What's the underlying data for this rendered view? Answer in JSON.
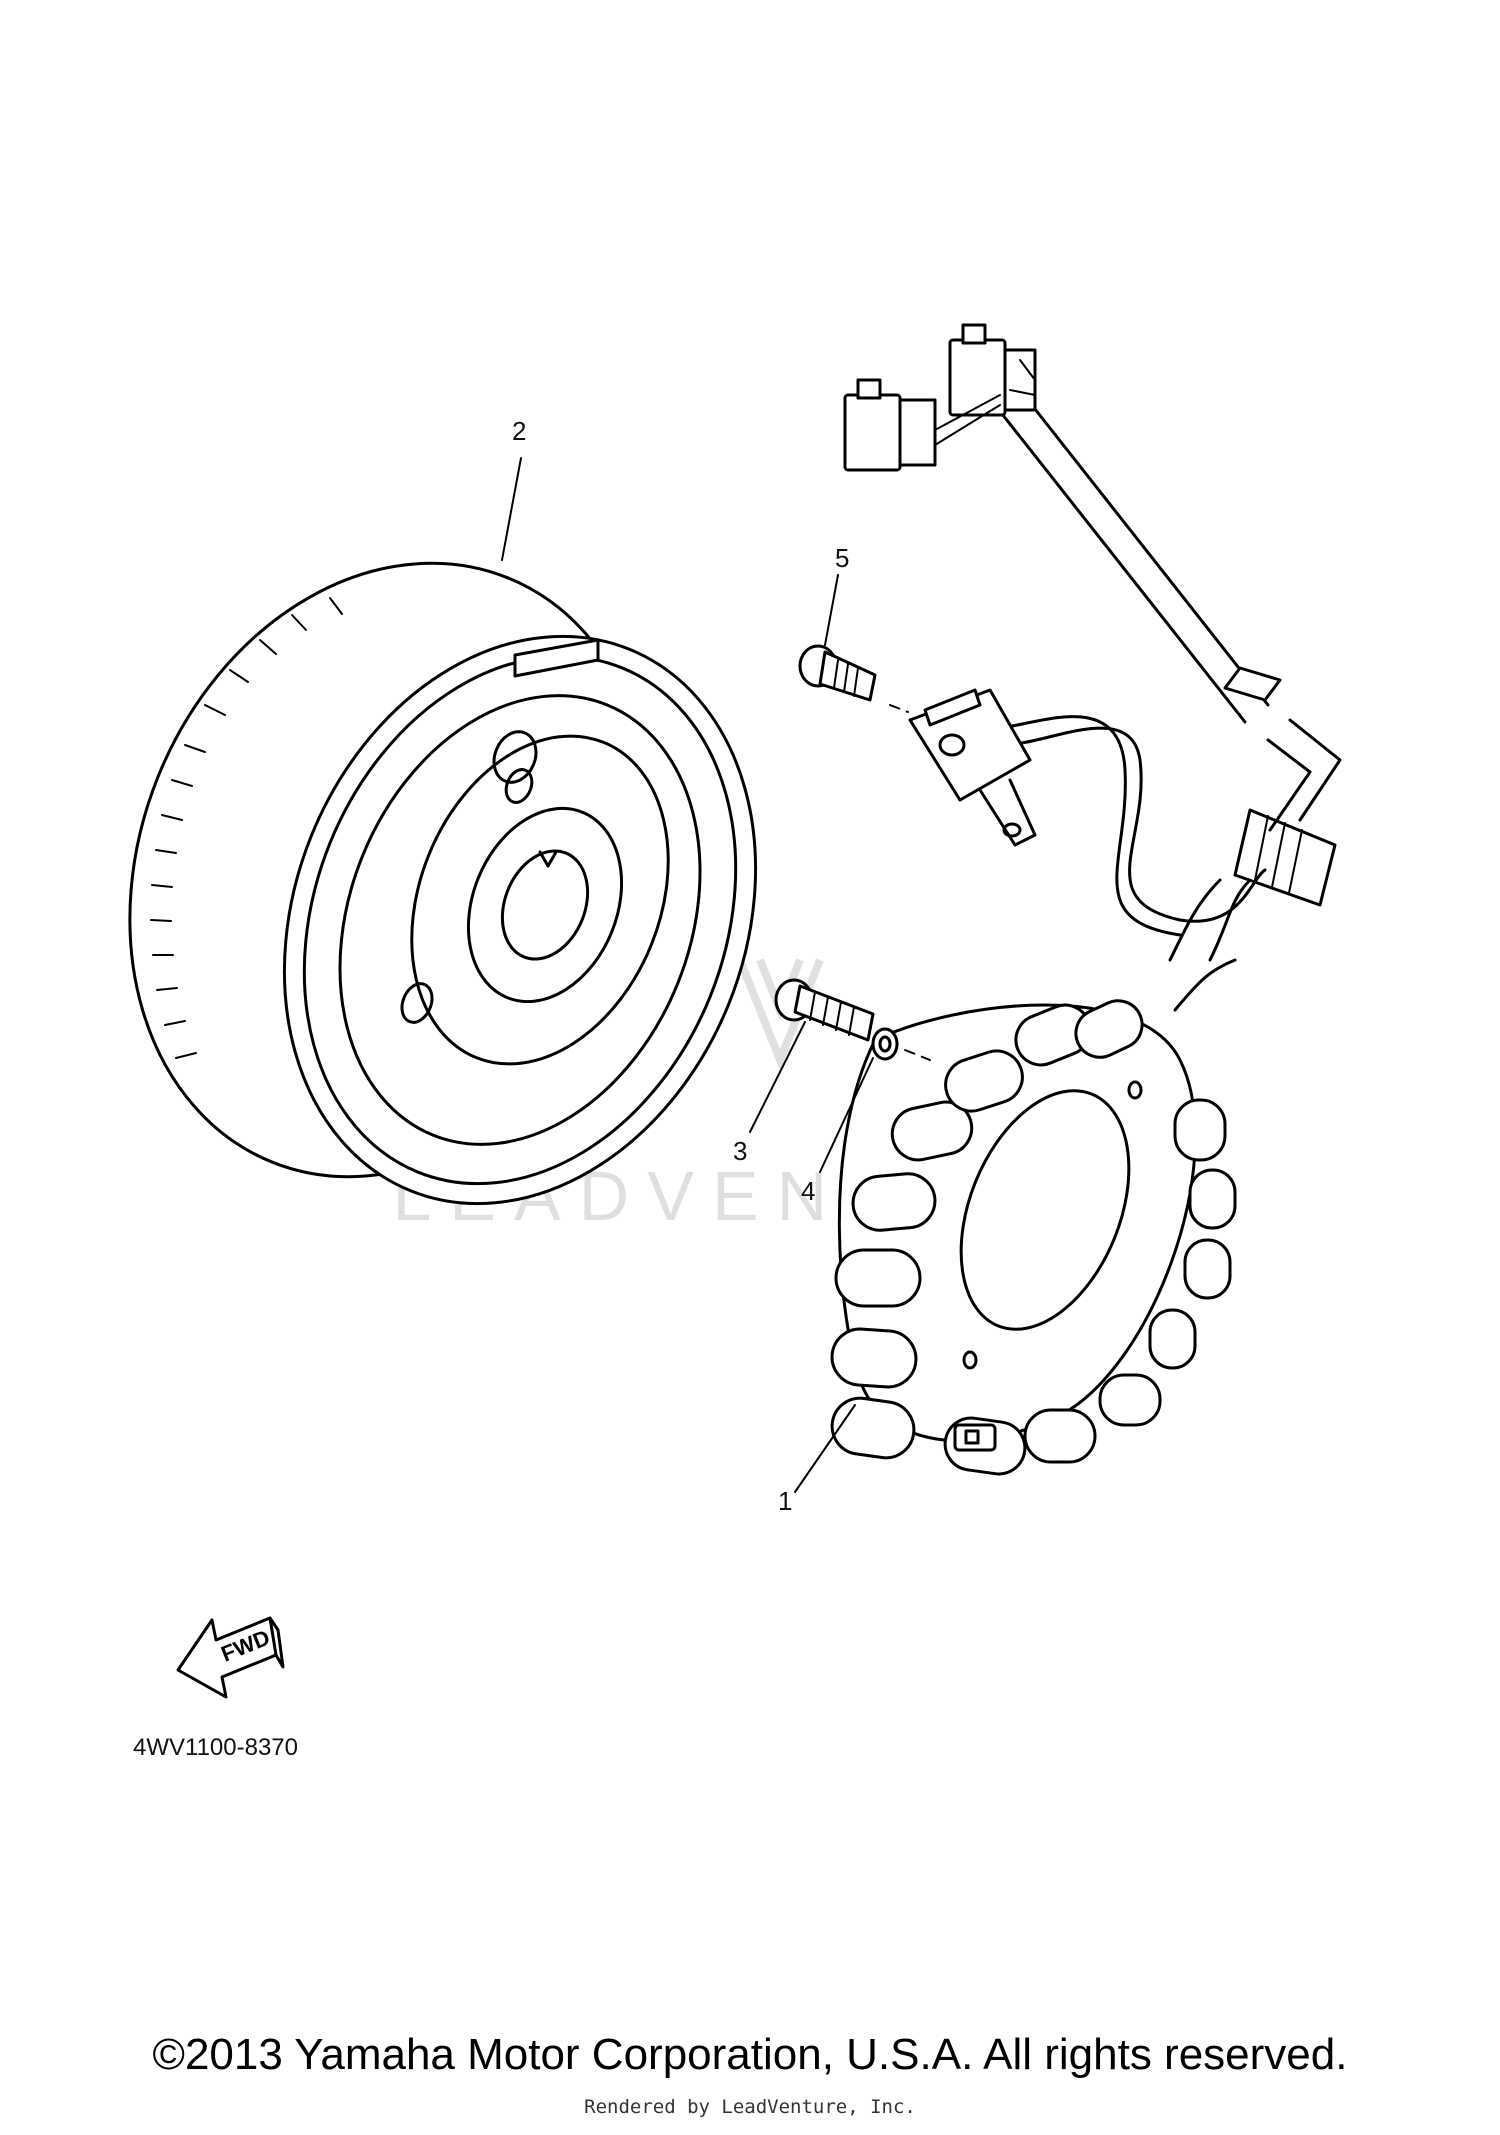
{
  "callouts": [
    {
      "id": "1",
      "label": "1"
    },
    {
      "id": "2",
      "label": "2"
    },
    {
      "id": "3",
      "label": "3"
    },
    {
      "id": "4",
      "label": "4"
    },
    {
      "id": "5",
      "label": "5"
    }
  ],
  "fwd_label": "FWD",
  "part_code": "4WV1100-8370",
  "copyright": "©2013 Yamaha Motor Corporation, U.S.A. All rights reserved.",
  "rendered_by": "Rendered by LeadVenture, Inc.",
  "watermark": "LEADVENTURE"
}
